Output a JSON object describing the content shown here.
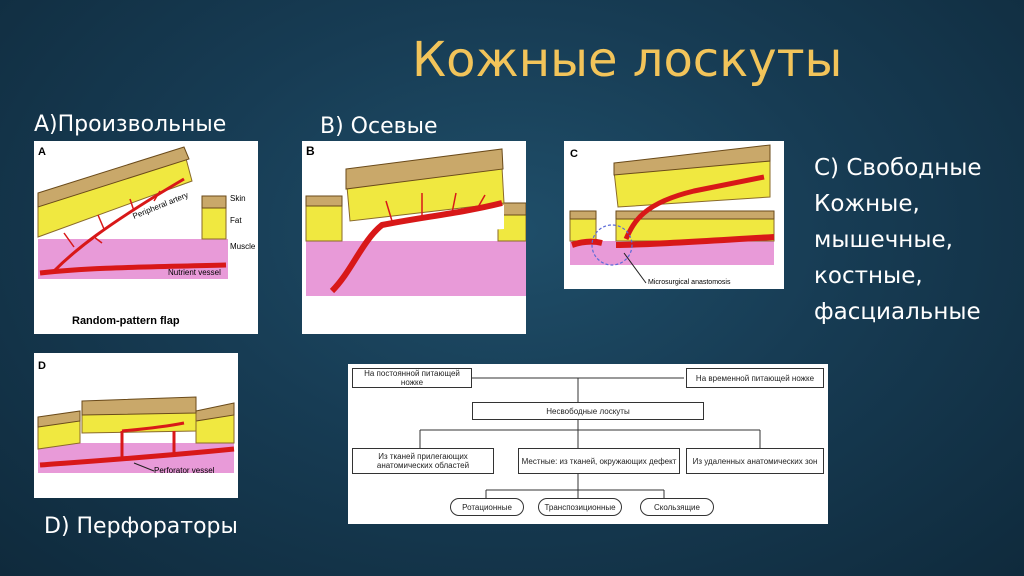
{
  "title": "Кожные лоскуты",
  "labels": {
    "a": "A)Произвольные",
    "b": "B) Осевые",
    "d": "D) Перфораторы"
  },
  "free_list": [
    "C) Свободные",
    "Кожные,",
    "мышечные,",
    "костные,",
    "фасциальные"
  ],
  "panel_a": {
    "letter": "A",
    "peripheral": "Peripheral artery",
    "skin": "Skin",
    "fat": "Fat",
    "muscle": "Muscle",
    "nutrient": "Nutrient vessel",
    "caption": "Random-pattern flap"
  },
  "panel_b": {
    "letter": "B"
  },
  "panel_c": {
    "letter": "C",
    "anastomosis": "Microsurgical anastomosis"
  },
  "panel_d": {
    "letter": "D",
    "perforator": "Perforator vessel"
  },
  "scheme": {
    "top_left": "На постоянной питающей ножке",
    "top_right": "На временной питающей ножке",
    "center": "Несвободные лоскуты",
    "left": "Из тканей прилегающих анатомических областей",
    "middle": "Местные: из тканей, окружающих дефект",
    "right": "Из удаленных анатомических зон",
    "rot": "Ротационные",
    "trans": "Транспозиционные",
    "slide": "Скользящие"
  },
  "colors": {
    "skin": "#c9a86a",
    "fat": "#f0e840",
    "muscle": "#e89ad8",
    "vessel": "#d81818",
    "title": "#f2c45a"
  }
}
